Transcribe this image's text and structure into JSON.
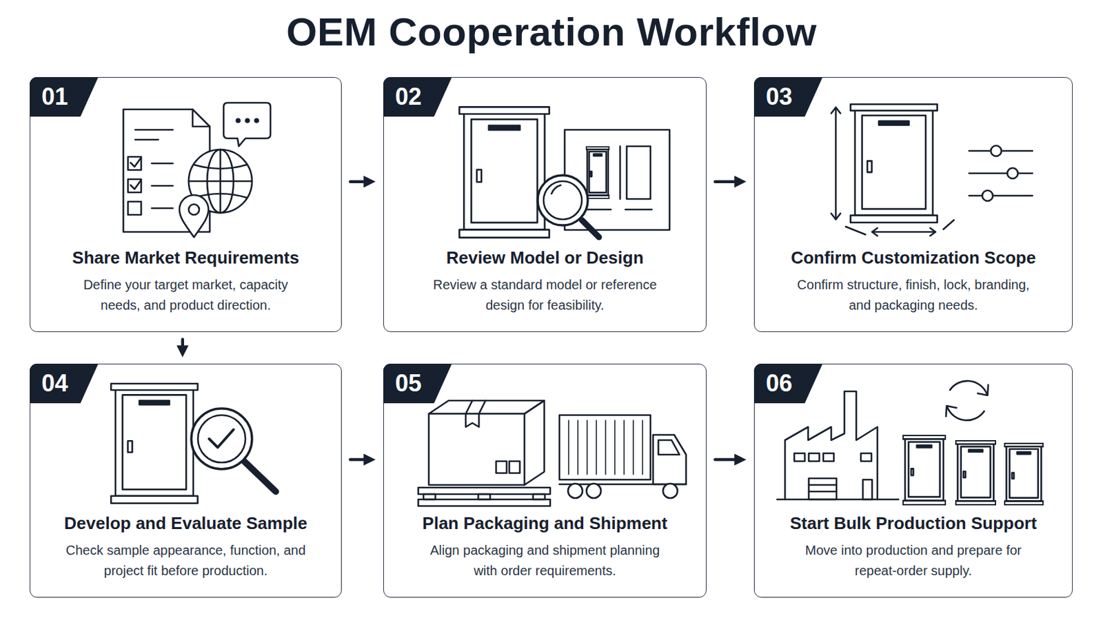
{
  "diagram": {
    "title": "OEM Cooperation Workflow",
    "nodes": [
      {
        "text": [
          "01",
          "Share Market Requirements",
          "Define your target market, capacity needs, and product direction."
        ]
      },
      {
        "text": [
          "02",
          "Review Model or Design",
          "Review a standard model or reference design for feasibility."
        ]
      },
      {
        "text": [
          "03",
          "Confirm Customization Scope",
          "Confirm structure, finish, lock, branding, and packaging needs."
        ]
      },
      {
        "text": [
          "04",
          "Develop and Evaluate Sample",
          "Check sample appearance, function, and project fit before production."
        ]
      },
      {
        "text": [
          "05",
          "Plan Packaging and Shipment",
          "Align packaging and shipment planning with order requirements."
        ]
      },
      {
        "text": [
          "06",
          "Start Bulk Production Support",
          "Move into production and prepare for repeat-order supply."
        ]
      }
    ],
    "edges": [
      {
        "from": 0,
        "to": 1,
        "arrow": "to"
      },
      {
        "from": 1,
        "to": 2,
        "arrow": "to"
      },
      {
        "from": 0,
        "to": 3,
        "arrow": "to"
      },
      {
        "from": 3,
        "to": 4,
        "arrow": "to"
      },
      {
        "from": 4,
        "to": 5,
        "arrow": "to"
      }
    ]
  }
}
